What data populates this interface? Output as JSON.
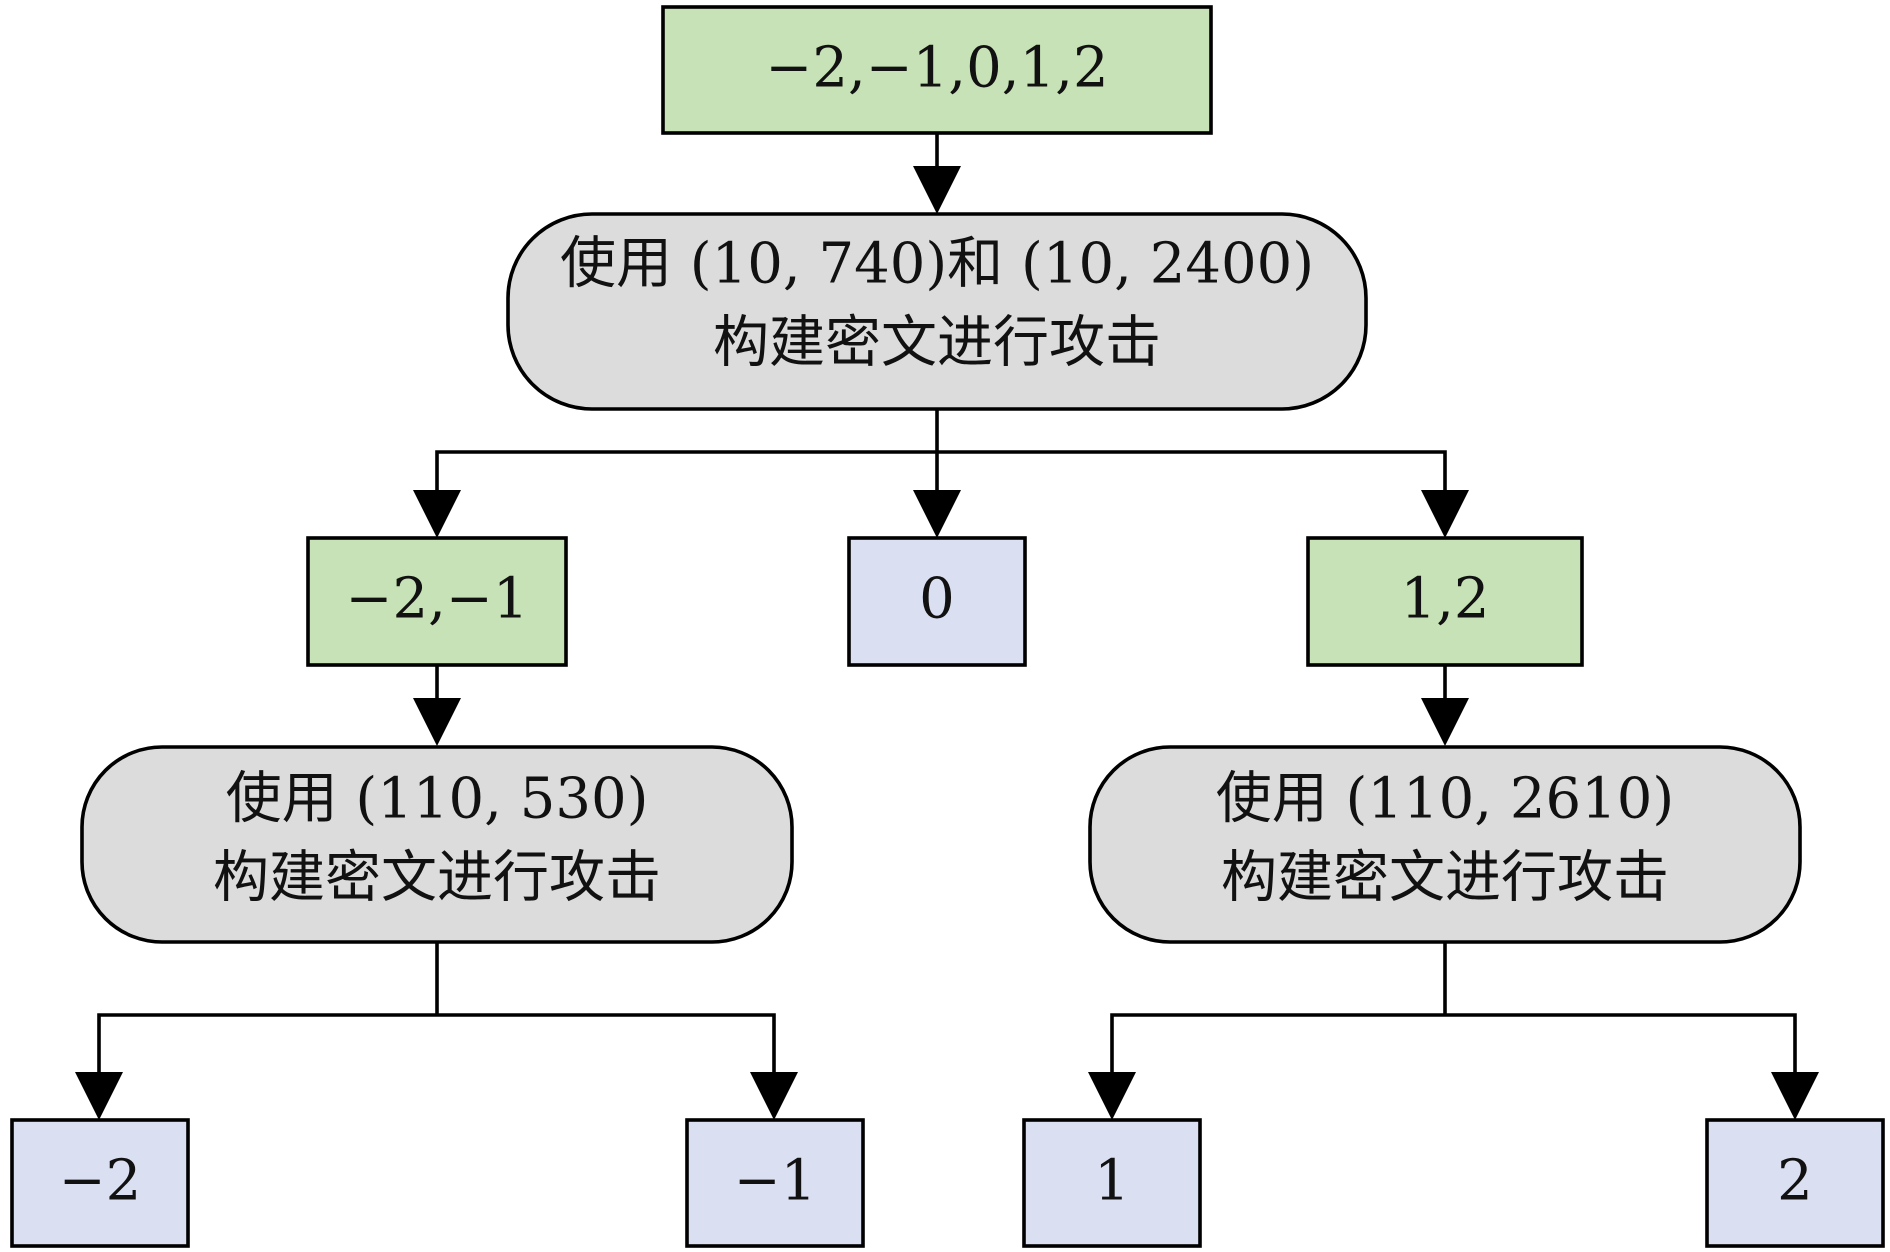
{
  "diagram": {
    "root": "−2,−1,0,1,2",
    "attack_top": {
      "line1": "使用 (10, 740)和 (10, 2400)",
      "line2": "构建密文进行攻击"
    },
    "mid_left": "−2,−1",
    "mid_center": "0",
    "mid_right": "1,2",
    "attack_left": {
      "line1": "使用 (110, 530)",
      "line2": "构建密文进行攻击"
    },
    "attack_right": {
      "line1": "使用 (110, 2610)",
      "line2": "构建密文进行攻击"
    },
    "leaves": [
      "−2",
      "−1",
      "1",
      "2"
    ],
    "colors": {
      "set_box": "#c6e2b6",
      "result_box": "#dae0f2",
      "attack_box": "#dcdcdc"
    }
  }
}
